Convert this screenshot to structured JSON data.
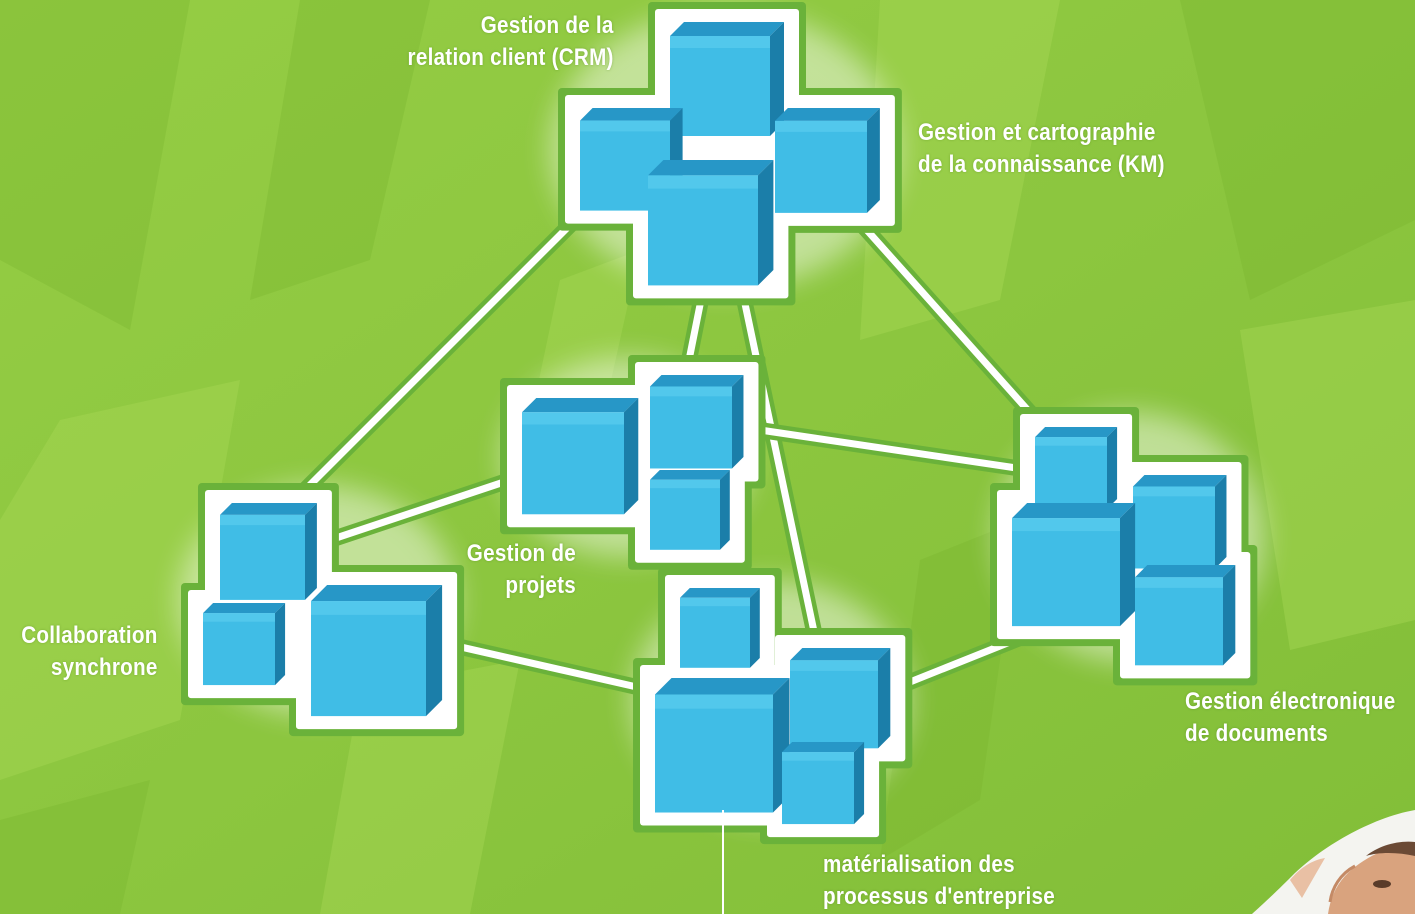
{
  "colors": {
    "background": "#8cc63f",
    "background_dark": "#79b52f",
    "background_light": "#a6d655",
    "node_fill": "#ffffff",
    "node_border": "#6ab23a",
    "cube_front": "#40bde6",
    "cube_top": "#2797c7",
    "cube_side": "#1b7ea9",
    "label_text": "#ffffff"
  },
  "nodes": [
    {
      "id": "crm",
      "line1": "Gestion de la",
      "line2": "relation client (CRM)"
    },
    {
      "id": "km",
      "line1": "Gestion et cartographie",
      "line2": "de la connaissance (KM)"
    },
    {
      "id": "projets",
      "line1": "Gestion de",
      "line2": "projets"
    },
    {
      "id": "collab",
      "line1": "Collaboration",
      "line2": "synchrone"
    },
    {
      "id": "ged",
      "line1": "Gestion électronique",
      "line2": "de documents"
    },
    {
      "id": "processus",
      "line1": "matérialisation des",
      "line2": "processus d'entreprise"
    }
  ],
  "edges": [
    [
      "top",
      "left"
    ],
    [
      "top",
      "right"
    ],
    [
      "top",
      "middle"
    ],
    [
      "top",
      "bottom"
    ],
    [
      "left",
      "middle"
    ],
    [
      "left",
      "bottom"
    ],
    [
      "middle",
      "right"
    ],
    [
      "bottom",
      "right"
    ]
  ],
  "icons": {
    "cube": "cube-icon",
    "person_photo": "person-photo"
  }
}
